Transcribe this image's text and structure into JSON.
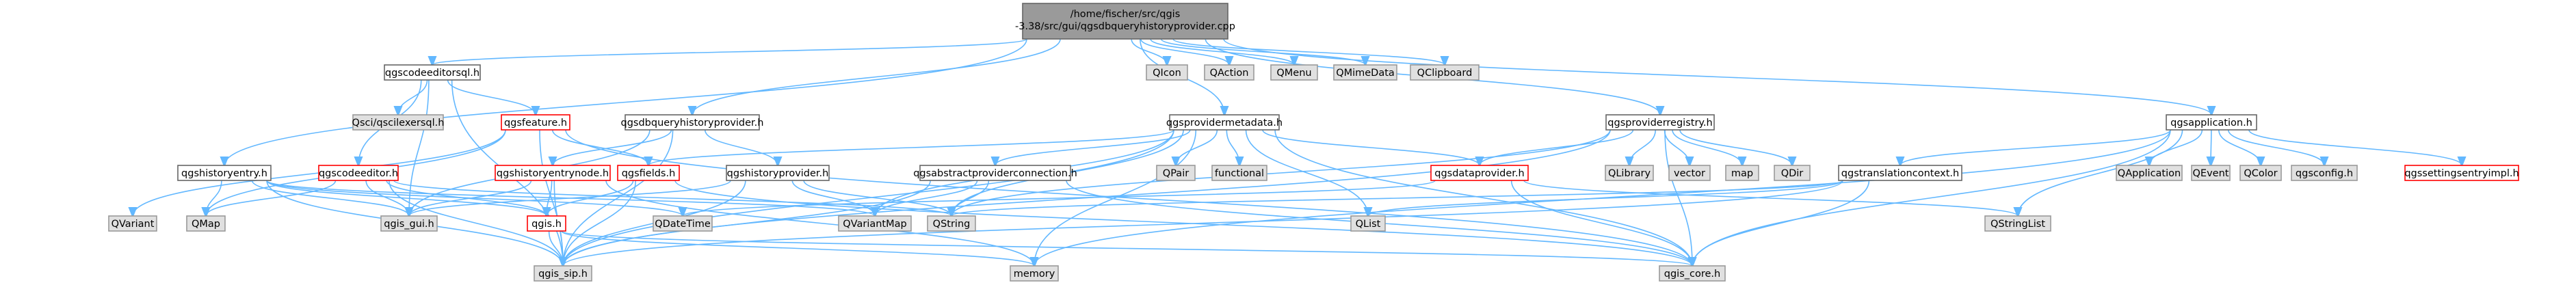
{
  "colors": {
    "normal_fill": "#ffffff",
    "normal_stroke": "#666666",
    "external_fill": "#e0e0e0",
    "external_stroke": "#999999",
    "root_fill": "#9a9a9a",
    "root_stroke": "#666666",
    "alert_stroke": "#ff0000",
    "edge": "#63b8ff"
  },
  "graph": {
    "root": {
      "line1": "/home/fischer/src/qgis",
      "line2": "-3.38/src/gui/qgsdbqueryhistoryprovider.cpp"
    },
    "nodes": [
      {
        "id": "codeeditorsql",
        "label": "qgscodeeditorsql.h",
        "kind": "normal"
      },
      {
        "id": "qicon",
        "label": "QIcon",
        "kind": "external"
      },
      {
        "id": "qaction",
        "label": "QAction",
        "kind": "external"
      },
      {
        "id": "qmenu",
        "label": "QMenu",
        "kind": "external"
      },
      {
        "id": "qmimedata",
        "label": "QMimeData",
        "kind": "external"
      },
      {
        "id": "qclipboard",
        "label": "QClipboard",
        "kind": "external"
      },
      {
        "id": "qscilexersql",
        "label": "Qsci/qscilexersql.h",
        "kind": "external"
      },
      {
        "id": "qgsfeature",
        "label": "qgsfeature.h",
        "kind": "alert"
      },
      {
        "id": "dbqueryhistoryprovider",
        "label": "qgsdbqueryhistoryprovider.h",
        "kind": "normal"
      },
      {
        "id": "providermetadata",
        "label": "qgsprovidermetadata.h",
        "kind": "normal"
      },
      {
        "id": "providerregistry",
        "label": "qgsproviderregistry.h",
        "kind": "normal"
      },
      {
        "id": "application",
        "label": "qgsapplication.h",
        "kind": "normal"
      },
      {
        "id": "historyentry",
        "label": "qgshistoryentry.h",
        "kind": "normal"
      },
      {
        "id": "codeeditor",
        "label": "qgscodeeditor.h",
        "kind": "alert"
      },
      {
        "id": "historyentrynode",
        "label": "qgshistoryentrynode.h",
        "kind": "alert"
      },
      {
        "id": "qgsfields",
        "label": "qgsfields.h",
        "kind": "alert"
      },
      {
        "id": "historyprovider",
        "label": "qgshistoryprovider.h",
        "kind": "normal"
      },
      {
        "id": "abstractproviderconnection",
        "label": "qgsabstractproviderconnection.h",
        "kind": "normal"
      },
      {
        "id": "qpair",
        "label": "QPair",
        "kind": "external"
      },
      {
        "id": "functional",
        "label": "functional",
        "kind": "external"
      },
      {
        "id": "qgsdataprovider",
        "label": "qgsdataprovider.h",
        "kind": "alert"
      },
      {
        "id": "qlibrary",
        "label": "QLibrary",
        "kind": "external"
      },
      {
        "id": "vector",
        "label": "vector",
        "kind": "external"
      },
      {
        "id": "map",
        "label": "map",
        "kind": "external"
      },
      {
        "id": "qdir",
        "label": "QDir",
        "kind": "external"
      },
      {
        "id": "translationcontext",
        "label": "qgstranslationcontext.h",
        "kind": "normal"
      },
      {
        "id": "qapplication",
        "label": "QApplication",
        "kind": "external"
      },
      {
        "id": "qevent",
        "label": "QEvent",
        "kind": "external"
      },
      {
        "id": "qcolor",
        "label": "QColor",
        "kind": "external"
      },
      {
        "id": "qgsconfig",
        "label": "qgsconfig.h",
        "kind": "external"
      },
      {
        "id": "settingsentryimpl",
        "label": "qgssettingsentryimpl.h",
        "kind": "alert"
      },
      {
        "id": "qvariant",
        "label": "QVariant",
        "kind": "external"
      },
      {
        "id": "qmap",
        "label": "QMap",
        "kind": "external"
      },
      {
        "id": "qgis_gui",
        "label": "qgis_gui.h",
        "kind": "external"
      },
      {
        "id": "qgis_h",
        "label": "qgis.h",
        "kind": "alert"
      },
      {
        "id": "qdatetime",
        "label": "QDateTime",
        "kind": "external"
      },
      {
        "id": "qvariantmap",
        "label": "QVariantMap",
        "kind": "external"
      },
      {
        "id": "qstring",
        "label": "QString",
        "kind": "external"
      },
      {
        "id": "qlist",
        "label": "QList",
        "kind": "external"
      },
      {
        "id": "qstringlist",
        "label": "QStringList",
        "kind": "external"
      },
      {
        "id": "qgis_sip",
        "label": "qgis_sip.h",
        "kind": "external"
      },
      {
        "id": "memory",
        "label": "memory",
        "kind": "external"
      },
      {
        "id": "qgis_core",
        "label": "qgis_core.h",
        "kind": "external"
      }
    ],
    "edges": [
      [
        "root",
        "codeeditorsql"
      ],
      [
        "root",
        "qicon"
      ],
      [
        "root",
        "qaction"
      ],
      [
        "root",
        "qmenu"
      ],
      [
        "root",
        "qmimedata"
      ],
      [
        "root",
        "qclipboard"
      ],
      [
        "root",
        "dbqueryhistoryprovider"
      ],
      [
        "root",
        "providermetadata"
      ],
      [
        "root",
        "providerregistry"
      ],
      [
        "root",
        "application"
      ],
      [
        "root",
        "historyentry"
      ],
      [
        "codeeditorsql",
        "qscilexersql"
      ],
      [
        "codeeditorsql",
        "qgsfeature"
      ],
      [
        "codeeditorsql",
        "codeeditor"
      ],
      [
        "codeeditorsql",
        "qgis_gui"
      ],
      [
        "codeeditorsql",
        "qgis_sip"
      ],
      [
        "qgsfeature",
        "qvariant"
      ],
      [
        "qgsfeature",
        "qmap"
      ],
      [
        "qgsfeature",
        "qgsfields"
      ],
      [
        "qgsfeature",
        "qgis_sip"
      ],
      [
        "qgsfeature",
        "qgis_core"
      ],
      [
        "dbqueryhistoryprovider",
        "historyprovider"
      ],
      [
        "dbqueryhistoryprovider",
        "historyentrynode"
      ],
      [
        "dbqueryhistoryprovider",
        "qgis_gui"
      ],
      [
        "dbqueryhistoryprovider",
        "qgis_sip"
      ],
      [
        "historyentry",
        "qmap"
      ],
      [
        "historyentry",
        "qgis_gui"
      ],
      [
        "historyentry",
        "qgis_h"
      ],
      [
        "historyentry",
        "qdatetime"
      ],
      [
        "historyentry",
        "qvariantmap"
      ],
      [
        "historyentry",
        "qgis_sip"
      ],
      [
        "codeeditor",
        "qmap"
      ],
      [
        "codeeditor",
        "qgis_gui"
      ],
      [
        "codeeditor",
        "qgis_h"
      ],
      [
        "codeeditor",
        "qstring"
      ],
      [
        "codeeditor",
        "qgis_sip"
      ],
      [
        "historyentrynode",
        "qgis_gui"
      ],
      [
        "historyentrynode",
        "qgis_h"
      ],
      [
        "historyentrynode",
        "qgis_sip"
      ],
      [
        "historyentrynode",
        "memory"
      ],
      [
        "qgsfields",
        "qgis_h"
      ],
      [
        "qgsfields",
        "qgis_sip"
      ],
      [
        "qgsfields",
        "qgis_core"
      ],
      [
        "historyprovider",
        "qgis_sip"
      ],
      [
        "historyprovider",
        "qvariantmap"
      ],
      [
        "historyprovider",
        "qstring"
      ],
      [
        "historyprovider",
        "qgis_gui"
      ],
      [
        "providermetadata",
        "qpair"
      ],
      [
        "providermetadata",
        "functional"
      ],
      [
        "providermetadata",
        "qgsdataprovider"
      ],
      [
        "providermetadata",
        "abstractproviderconnection"
      ],
      [
        "providermetadata",
        "qgsfields"
      ],
      [
        "providermetadata",
        "qvariantmap"
      ],
      [
        "providermetadata",
        "qstring"
      ],
      [
        "providermetadata",
        "qlist"
      ],
      [
        "providermetadata",
        "memory"
      ],
      [
        "providermetadata",
        "qgis_sip"
      ],
      [
        "providermetadata",
        "qgis_core"
      ],
      [
        "abstractproviderconnection",
        "qvariantmap"
      ],
      [
        "abstractproviderconnection",
        "qstring"
      ],
      [
        "abstractproviderconnection",
        "qgis_sip"
      ],
      [
        "abstractproviderconnection",
        "qgis_core"
      ],
      [
        "providerregistry",
        "qgsdataprovider"
      ],
      [
        "providerregistry",
        "qlibrary"
      ],
      [
        "providerregistry",
        "vector"
      ],
      [
        "providerregistry",
        "map"
      ],
      [
        "providerregistry",
        "qdir"
      ],
      [
        "providerregistry",
        "qstring"
      ],
      [
        "providerregistry",
        "qgis_sip"
      ],
      [
        "providerregistry",
        "qgis_core"
      ],
      [
        "qgsdataprovider",
        "qdatetime"
      ],
      [
        "qgsdataprovider",
        "qstringlist"
      ],
      [
        "qgsdataprovider",
        "qgis_core"
      ],
      [
        "application",
        "qapplication"
      ],
      [
        "application",
        "qevent"
      ],
      [
        "application",
        "qcolor"
      ],
      [
        "application",
        "qgsconfig"
      ],
      [
        "application",
        "settingsentryimpl"
      ],
      [
        "application",
        "translationcontext"
      ],
      [
        "application",
        "qstringlist"
      ],
      [
        "application",
        "qgis_core"
      ],
      [
        "application",
        "memory"
      ],
      [
        "translationcontext",
        "qstring"
      ],
      [
        "translationcontext",
        "qlist"
      ],
      [
        "translationcontext",
        "qgis_core"
      ],
      [
        "translationcontext",
        "qgis_sip"
      ],
      [
        "qgis_h",
        "qgis_sip"
      ],
      [
        "qgis_h",
        "qgis_core"
      ],
      [
        "qgis_h",
        "memory"
      ]
    ]
  }
}
